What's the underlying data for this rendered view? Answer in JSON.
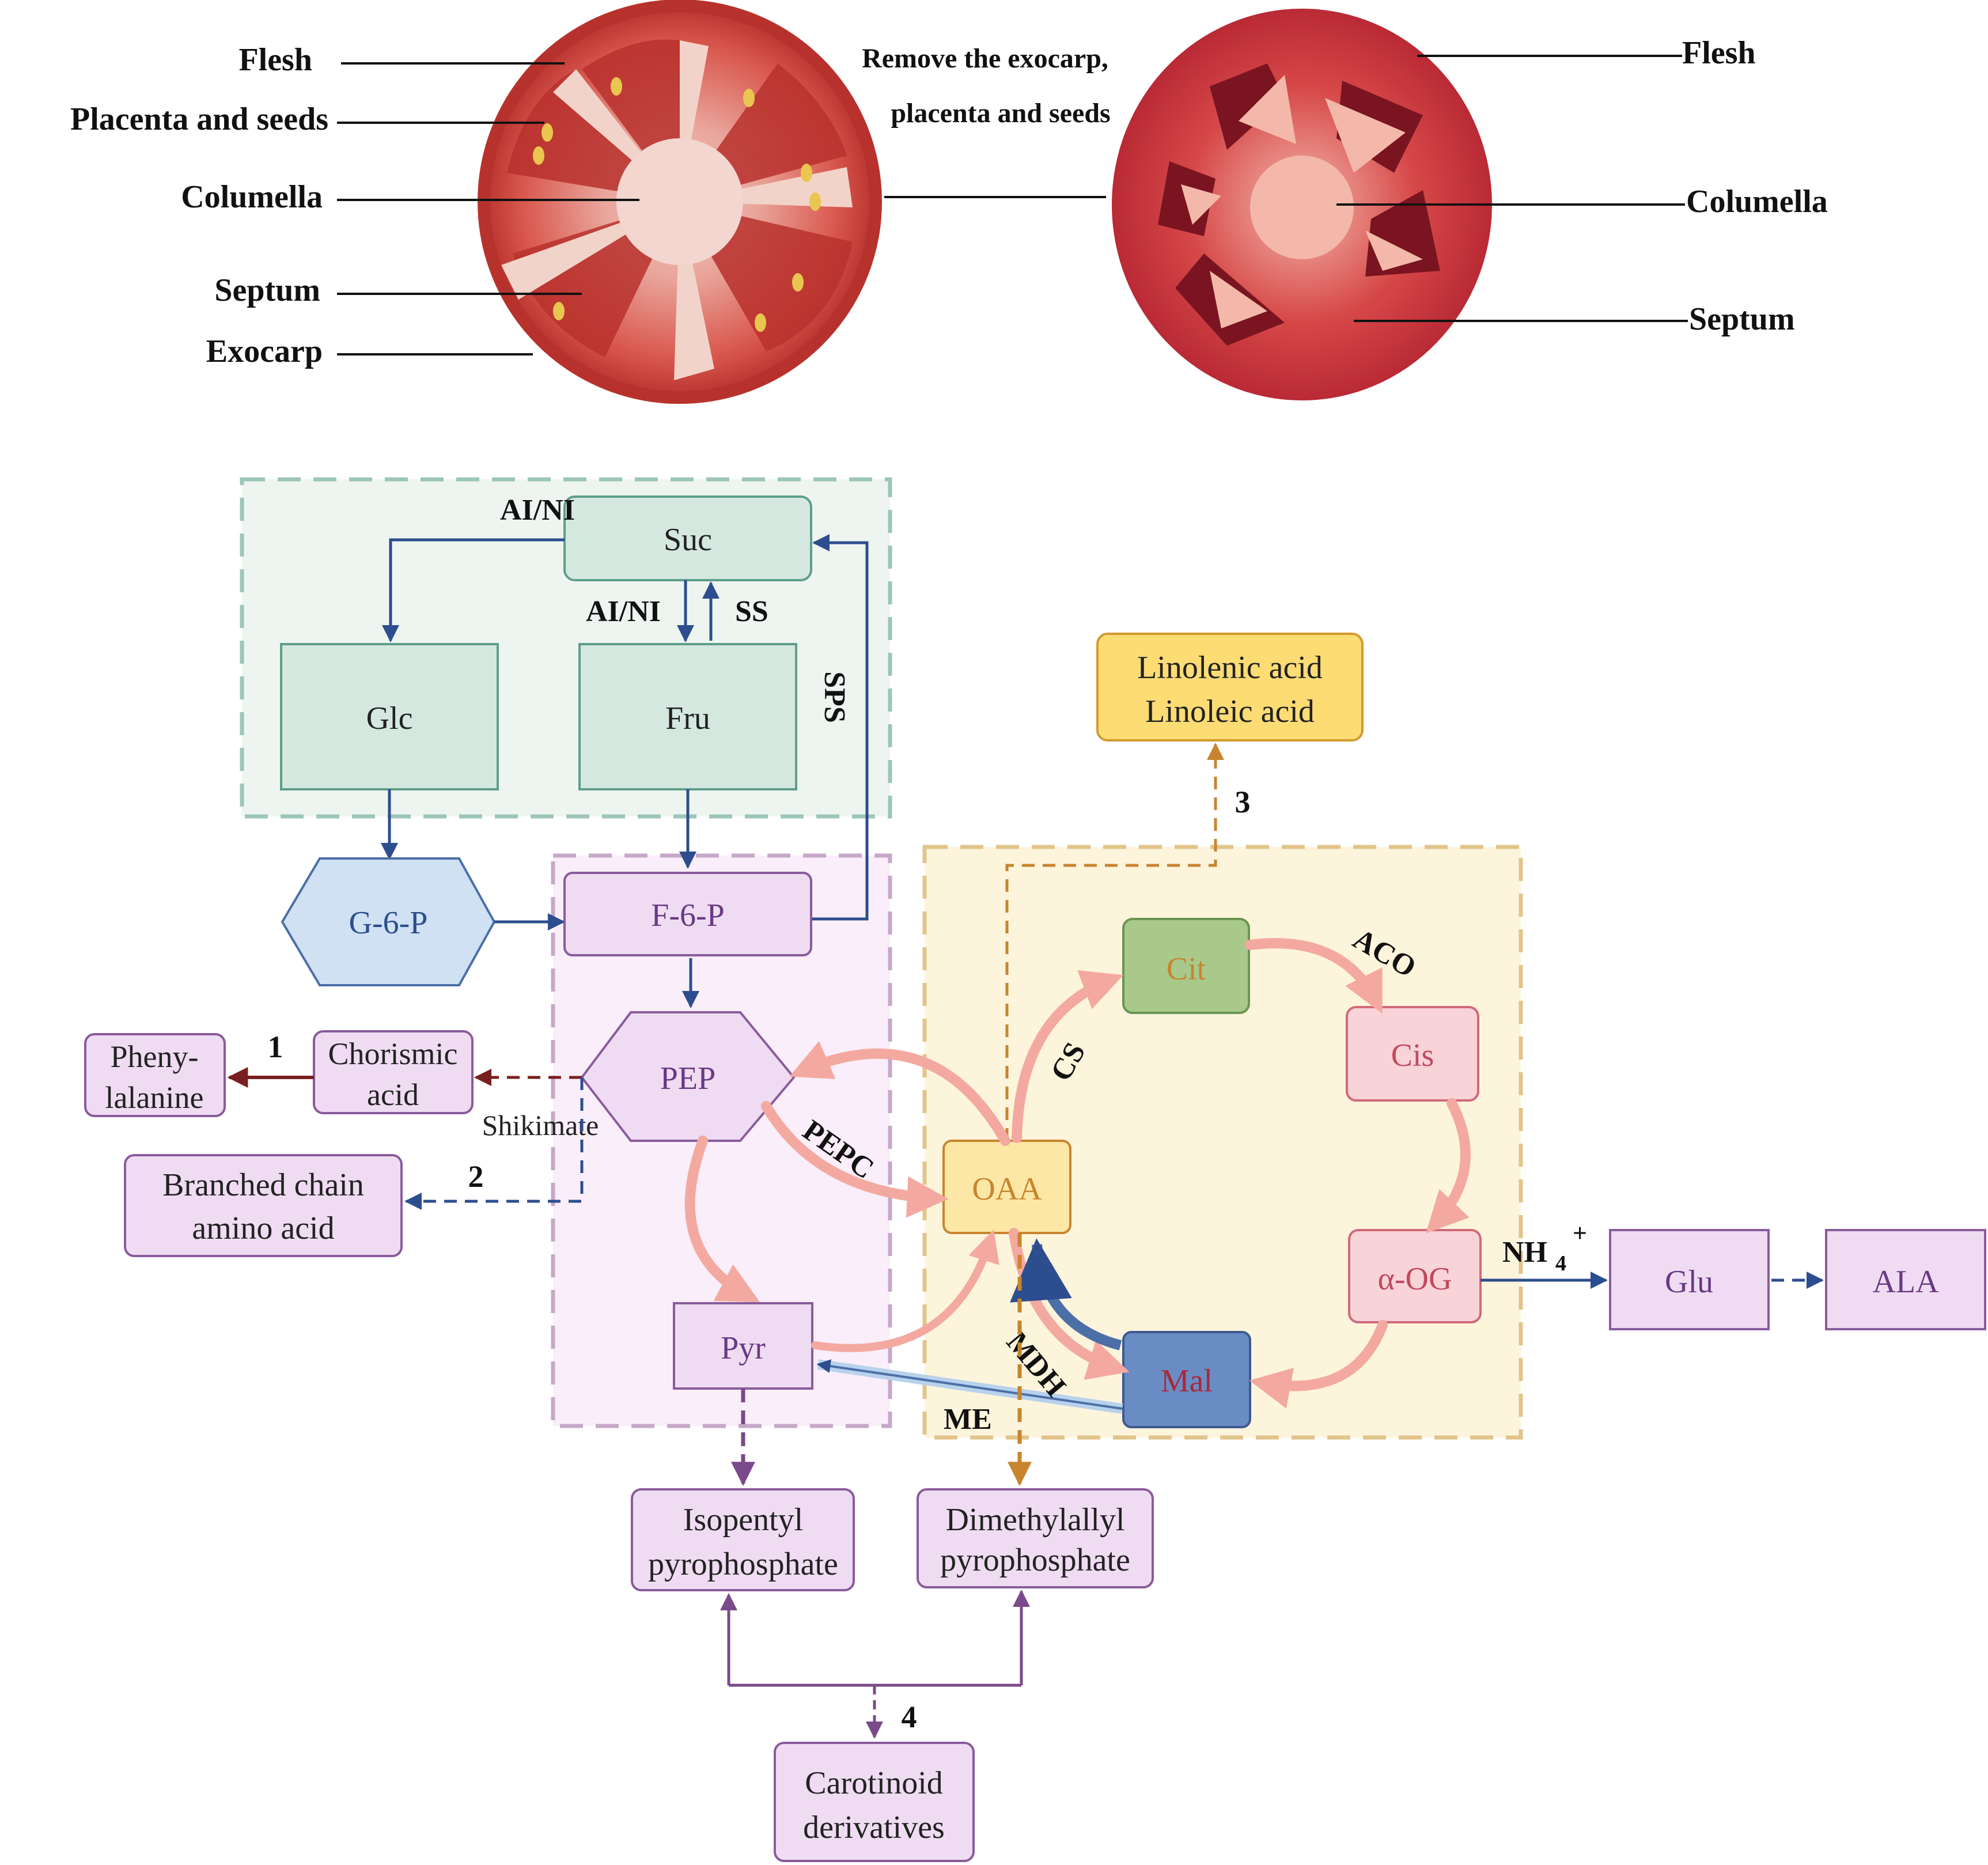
{
  "top_left_labels": {
    "flesh": "Flesh",
    "placenta": "Placenta and seeds",
    "columella": "Columella",
    "septum": "Septum",
    "exocarp": "Exocarp"
  },
  "top_middle": {
    "line1": "Remove the exocarp,",
    "line2": "placenta and seeds"
  },
  "top_right_labels": {
    "flesh": "Flesh",
    "columella": "Columella",
    "septum": "Septum"
  },
  "nodes": {
    "suc": "Suc",
    "glc": "Glc",
    "fru": "Fru",
    "g6p": "G-6-P",
    "f6p": "F-6-P",
    "pep": "PEP",
    "pyr": "Pyr",
    "oaa": "OAA",
    "cit": "Cit",
    "cis": "Cis",
    "aog": "α-OG",
    "mal": "Mal",
    "glu": "Glu",
    "ala": "ALA",
    "linolenic1": "Linolenic acid",
    "linolenic2": "Linoleic acid",
    "pheny1": "Pheny-",
    "pheny2": "lalanine",
    "chorismic1": "Chorismic",
    "chorismic2": "acid",
    "branched1": "Branched chain",
    "branched2": "amino acid",
    "isopentyl1": "Isopentyl",
    "isopentyl2": "pyrophosphate",
    "dimethyl1": "Dimethylallyl",
    "dimethyl2": "pyrophosphate",
    "carot1": "Carotinoid",
    "carot2": "derivatives"
  },
  "enzymes": {
    "ai_ni_top": "AI/NI",
    "ai_ni_mid": "AI/NI",
    "ss": "SS",
    "sps": "SPS",
    "aco": "ACO",
    "cs": "CS",
    "pepc": "PEPC",
    "mdh": "MDH",
    "me": "ME",
    "nh4": "NH",
    "nh4_sub": "4",
    "nh4_sup": "+",
    "shikimate": "Shikimate"
  },
  "pathway_numbers": {
    "n1": "1",
    "n2": "2",
    "n3": "3",
    "n4": "4"
  },
  "colors": {
    "blue_arrow": "#2d4e8e",
    "salmon_arrow": "#f4a9a0",
    "orange_dashed": "#c8852e",
    "purple_dashed": "#7a4a8a",
    "dark_red": "#7a1f1f",
    "green_box": "#d5e8e0",
    "purple_box": "#efdcf2",
    "yellow_box": "#fde7a6",
    "mal_box": "#6a8cc4",
    "cit_box": "#a8c98a",
    "cis_box": "#f8d3d7"
  }
}
